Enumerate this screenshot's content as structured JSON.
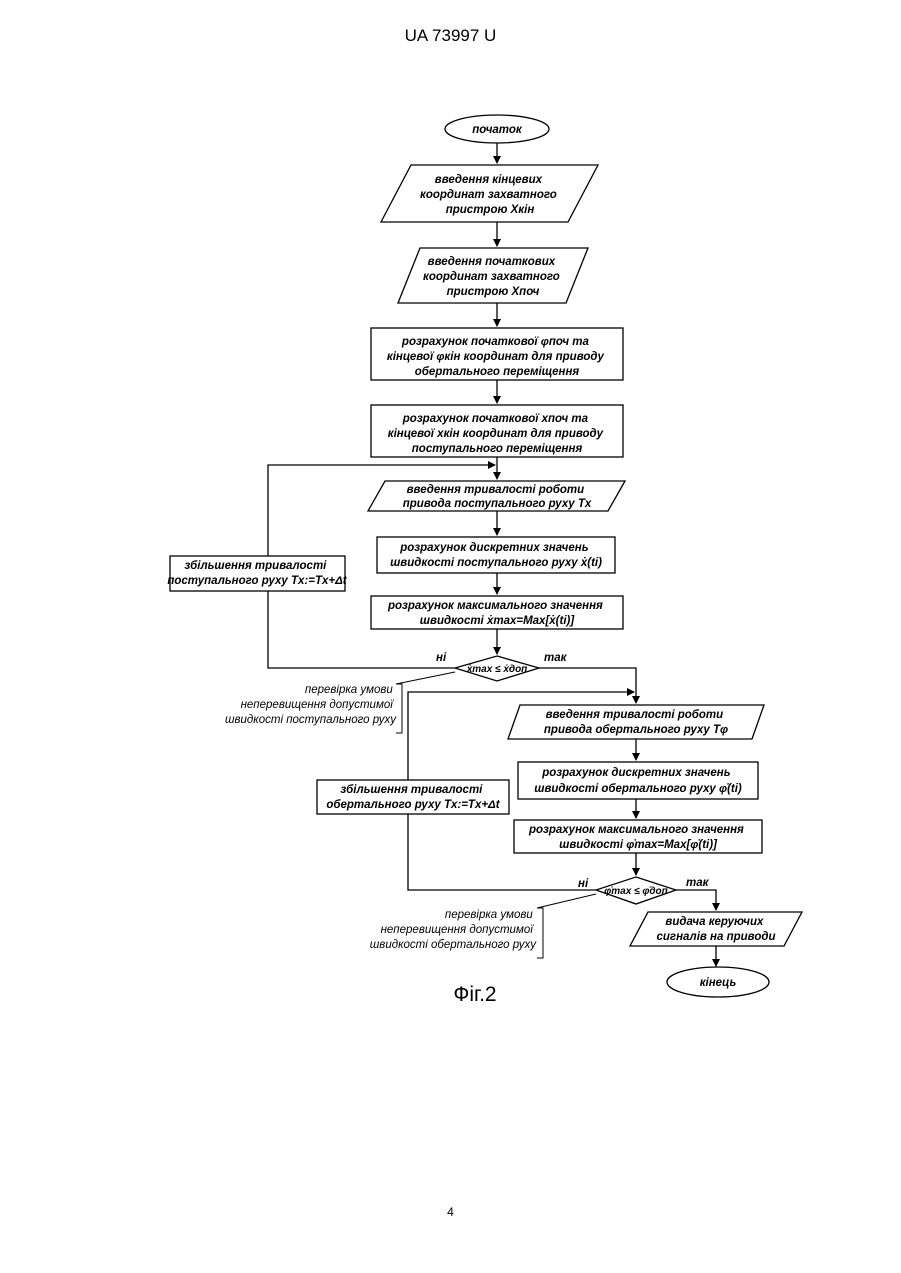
{
  "header": {
    "patent_number": "UA   73997   U"
  },
  "diagram": {
    "start": "початок",
    "input_end_coords": [
      "введення кінцевих",
      "координат захватного",
      "пристрою  Xкін"
    ],
    "input_start_coords": [
      "введення початкових",
      "координат захватного",
      "пристрою  Xпоч"
    ],
    "calc_rot_coords": [
      "розрахунок початкової φпоч та",
      "кінцевої φкін координат для приводу",
      "обертального переміщення"
    ],
    "calc_trans_coords": [
      "розрахунок початкової xпоч та",
      "кінцевої xкін координат для приводу",
      "поступального переміщення"
    ],
    "input_trans_time": [
      "введення тривалості роботи",
      "привода поступального руху Tx"
    ],
    "calc_trans_speeds": [
      "розрахунок дискретних значень",
      "швидкості поступального руху ẋ(ti)"
    ],
    "calc_trans_max": [
      "розрахунок максимального значення",
      "швидкості ẋmax=Max[ẋ(ti)]"
    ],
    "trans_condition": "ẋmax ≤ ẋдоп",
    "increase_trans_time": [
      "збільшення тривалості",
      "поступального руху Tx:=Tx+Δt"
    ],
    "trans_check_note": [
      "перевірка умови",
      "неперевищення допустимої",
      "швидкості поступального руху"
    ],
    "input_rot_time": [
      "введення тривалості роботи",
      "привода обертального руху Tφ"
    ],
    "calc_rot_speeds": [
      "розрахунок дискретних значень",
      "швидкості обертального руху φ̇(ti)"
    ],
    "calc_rot_max": [
      "розрахунок максимального значення",
      "швидкості φ̇max=Max[φ̇(ti)]"
    ],
    "rot_condition": "φ̇max ≤ φ̇доп",
    "increase_rot_time": [
      "збільшення тривалості",
      "обертального руху Tx:=Tx+Δt"
    ],
    "rot_check_note": [
      "перевірка умови",
      "неперевищення допустимої",
      "швидкості обертального руху"
    ],
    "output_signals": [
      "видача керуючих",
      "сигналів на приводи"
    ],
    "end": "кінець",
    "label_no": "ні",
    "label_yes": "так"
  },
  "caption": "Фіг.2",
  "page_number": "4"
}
